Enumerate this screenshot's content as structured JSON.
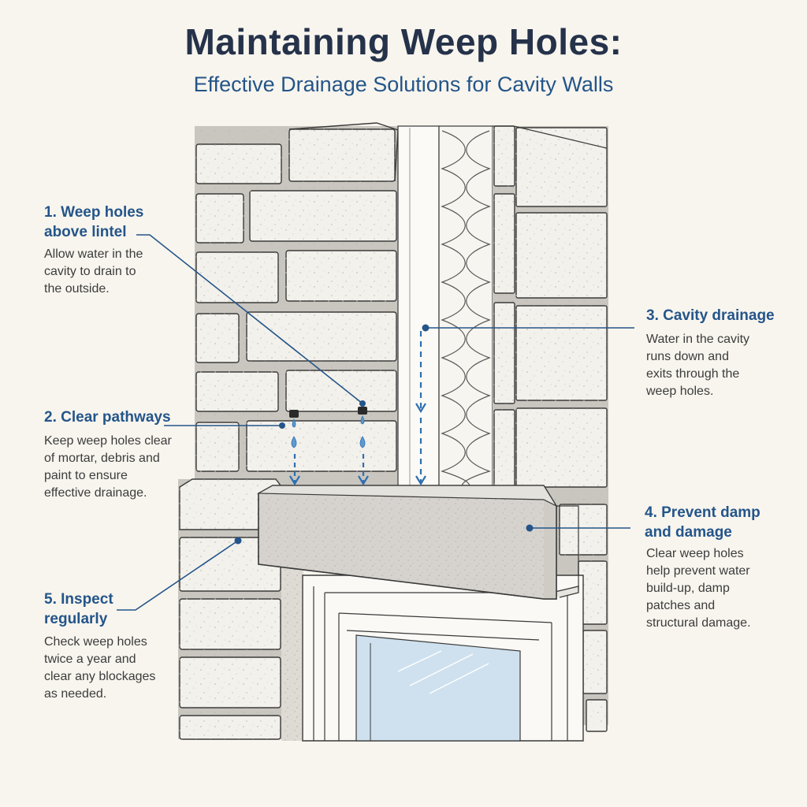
{
  "title": "Maintaining Weep Holes:",
  "subtitle": "Effective Drainage Solutions for Cavity Walls",
  "callouts": [
    {
      "heading": "1. Weep holes above lintel",
      "heading_lines": [
        "1. Weep holes",
        "above lintel"
      ],
      "body_lines": [
        "Allow water in the",
        "cavity to drain to",
        "the outside."
      ]
    },
    {
      "heading": "2. Clear pathways",
      "heading_lines": [
        "2. Clear pathways"
      ],
      "body_lines": [
        "Keep weep holes clear",
        "of mortar, debris and",
        "paint to ensure",
        "effective drainage."
      ]
    },
    {
      "heading": "3. Cavity drainage",
      "heading_lines": [
        "3. Cavity drainage"
      ],
      "body_lines": [
        "Water in the cavity",
        "runs down and",
        "exits through the",
        "weep holes."
      ]
    },
    {
      "heading": "4. Prevent damp and damage",
      "heading_lines": [
        "4. Prevent damp",
        "and damage"
      ],
      "body_lines": [
        "Clear weep holes",
        "help prevent water",
        "build-up, damp",
        "patches and",
        "structural damage."
      ]
    },
    {
      "heading": "5. Inspect regularly",
      "heading_lines": [
        "5. Inspect",
        "regularly"
      ],
      "body_lines": [
        "Check weep holes",
        "twice a year and",
        "clear any blockages",
        "as needed."
      ]
    }
  ],
  "colors": {
    "background": "#f8f5ee",
    "title": "#25324a",
    "accent": "#24558a",
    "brick": "#f3f1ec",
    "mortar": "#c9c6bf",
    "lintel": "#dcdad5",
    "glass": "#cfe1ee",
    "water": "#5d9bd0"
  }
}
